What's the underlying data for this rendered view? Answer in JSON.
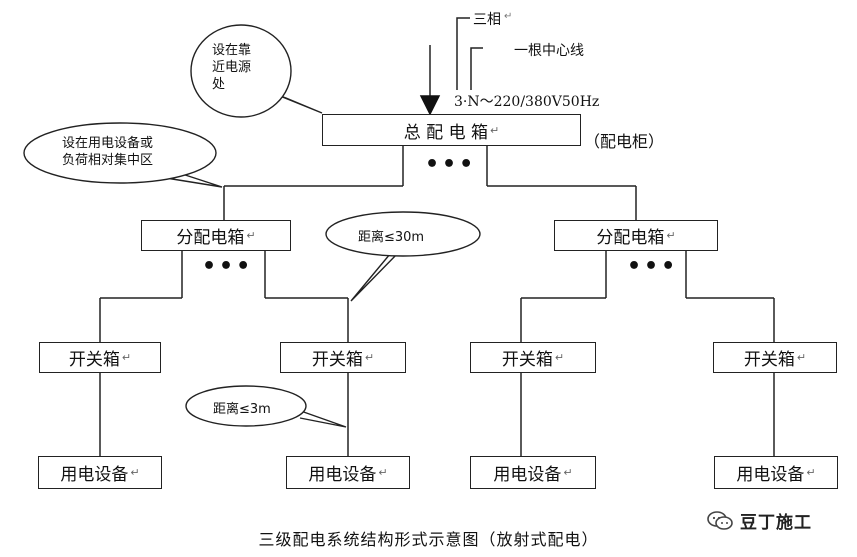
{
  "source": {
    "phase_label": "三相",
    "neutral_label": "一根中心线",
    "supply_label": "3·N～220/380V50Hz"
  },
  "main_box": {
    "label": "总 配 电 箱",
    "note": "（配电柜）",
    "callout_lines": [
      "设在靠",
      "近电源",
      "处"
    ]
  },
  "distribution": {
    "label": "分配电箱",
    "callout_lines": [
      "设在用电设备或",
      "负荷相对集中区"
    ],
    "distance_note": "距离≤30m"
  },
  "switch_box": {
    "label": "开关箱",
    "distance_note": "距离≤3m"
  },
  "equipment": {
    "label": "用电设备"
  },
  "ellipsis": "•••",
  "caption": "三级配电系统结构形式示意图（放射式配电）",
  "watermark": {
    "text": "豆丁施工",
    "icon": "wechat-icon"
  }
}
